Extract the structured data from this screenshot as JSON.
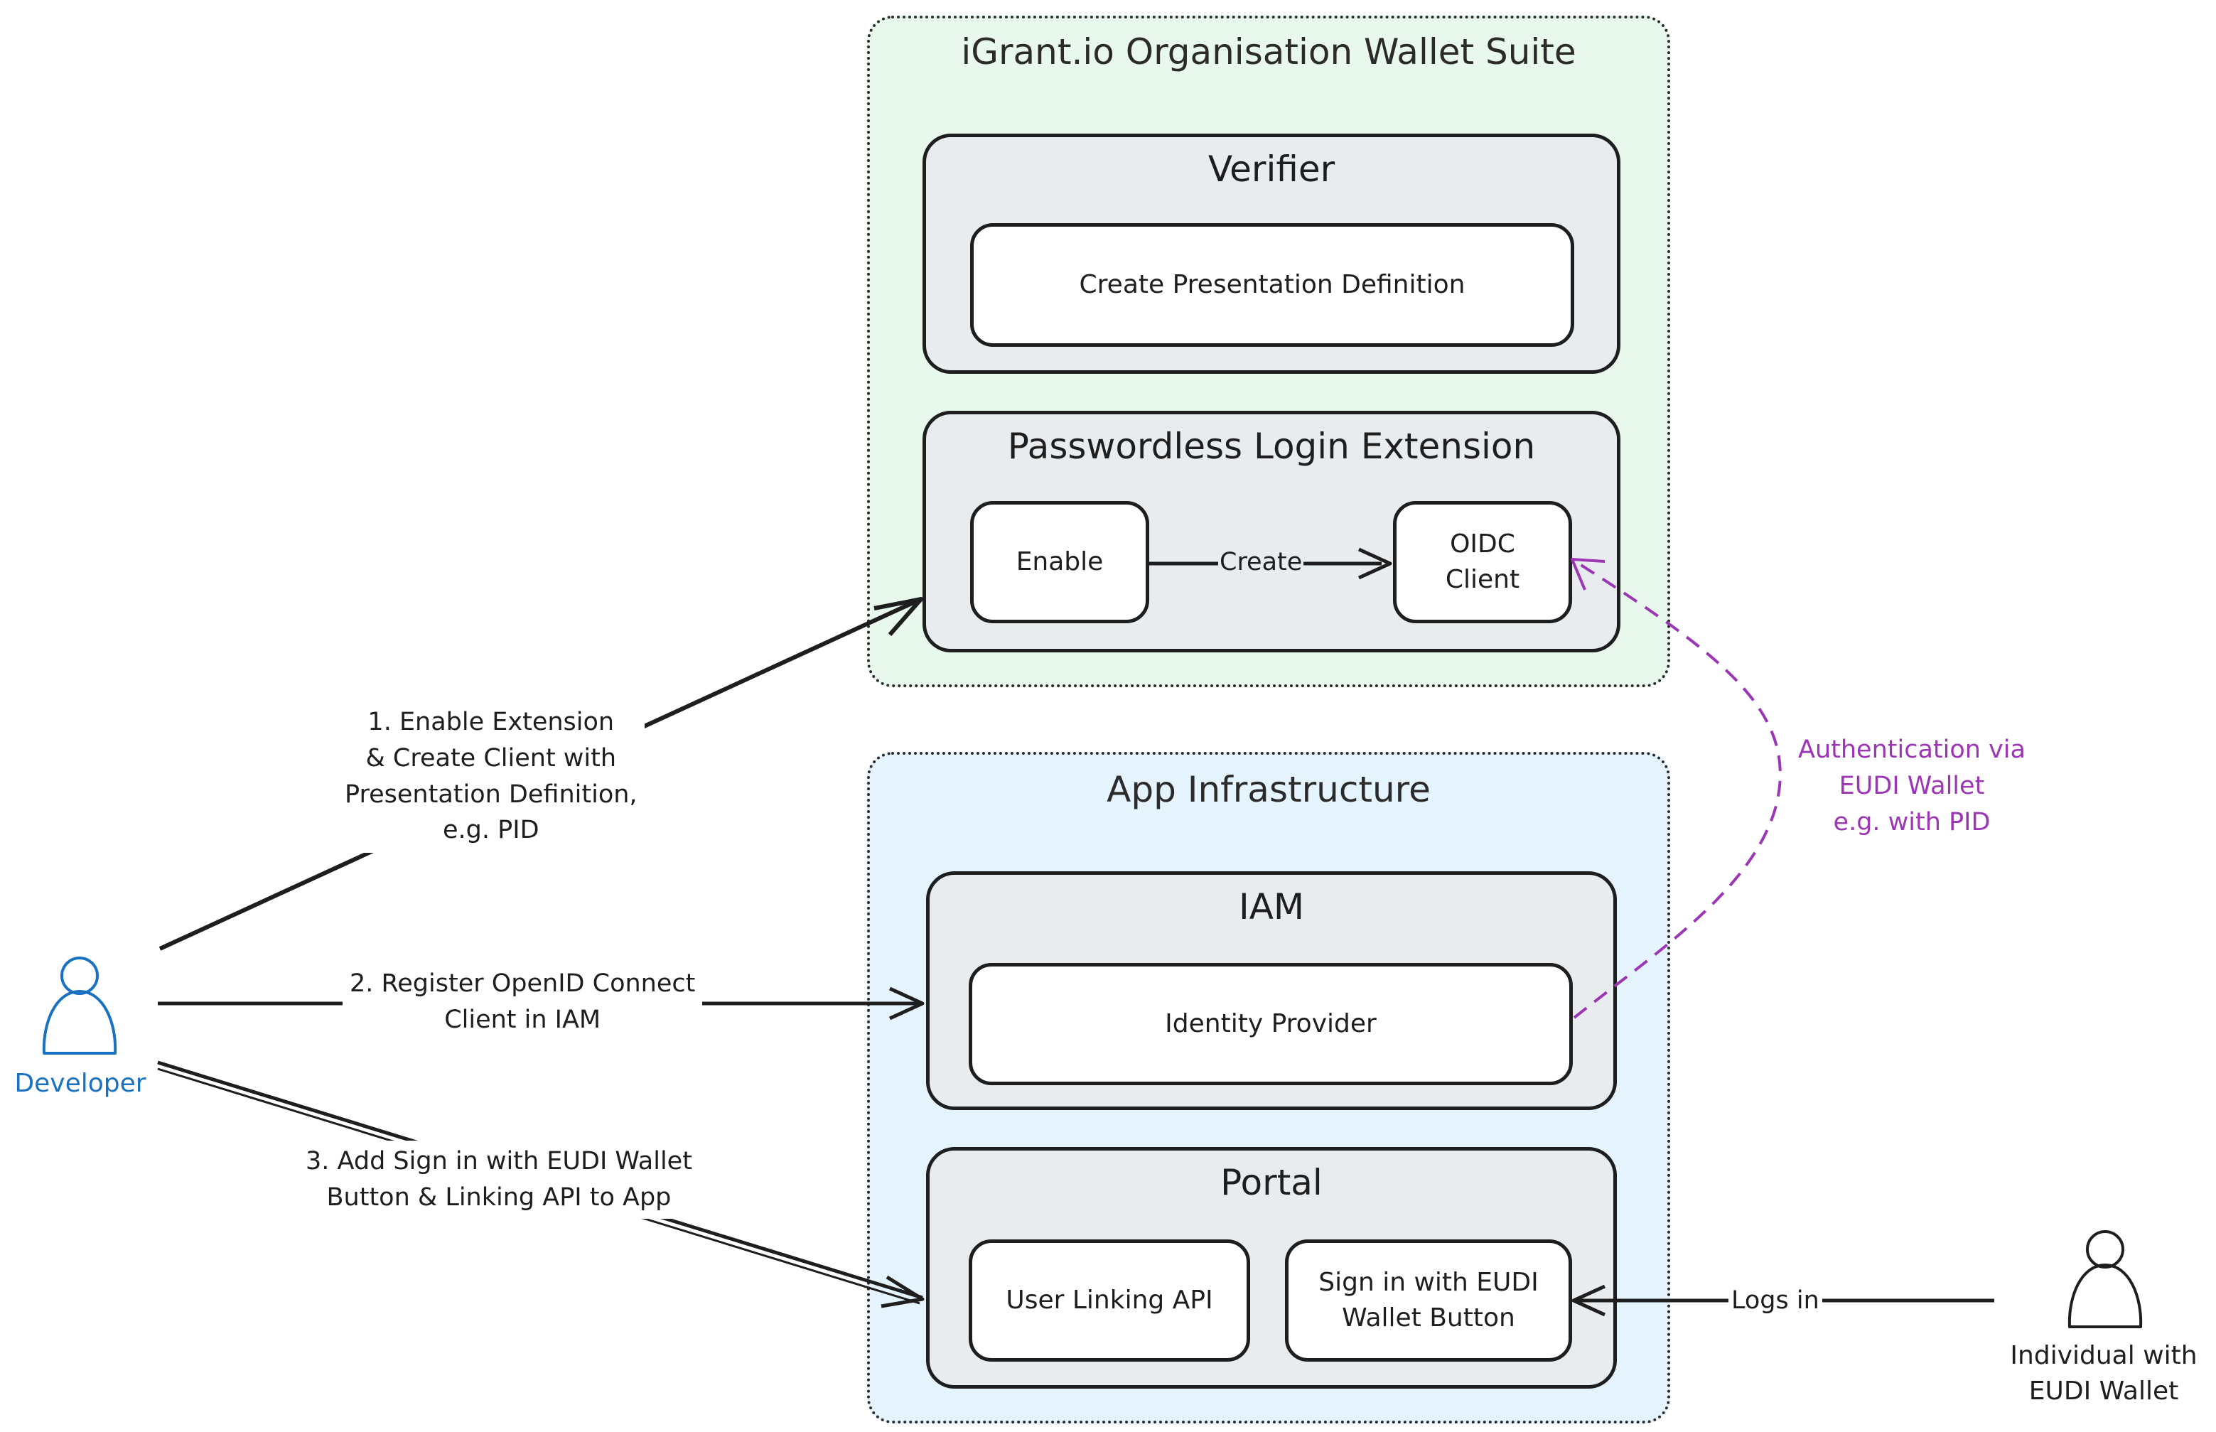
{
  "zones": {
    "wallet_suite": {
      "title": "iGrant.io Organisation Wallet Suite"
    },
    "app_infra": {
      "title": "App Infrastructure"
    }
  },
  "groups": {
    "verifier": {
      "title": "Verifier",
      "card": "Create Presentation Definition"
    },
    "passwordless": {
      "title": "Passwordless Login Extension",
      "enable": "Enable",
      "oidc_line1": "OIDC",
      "oidc_line2": "Client",
      "edge_label": "Create"
    },
    "iam": {
      "title": "IAM",
      "card": "Identity Provider"
    },
    "portal": {
      "title": "Portal",
      "user_linking": "User Linking API",
      "sign_in_line1": "Sign in with EUDI",
      "sign_in_line2": "Wallet Button"
    }
  },
  "actors": {
    "developer": {
      "label": "Developer",
      "color": "#1971c2"
    },
    "individual": {
      "label_line1": "Individual with",
      "label_line2": "EUDI Wallet"
    }
  },
  "edges": {
    "step1": [
      "1. Enable Extension",
      "& Create Client with",
      "Presentation Definition,",
      "e.g. PID"
    ],
    "step2": [
      "2. Register OpenID Connect",
      "Client in IAM"
    ],
    "step3": [
      "3. Add Sign in with EUDI Wallet",
      "Button & Linking API to App"
    ],
    "auth": [
      "Authentication via",
      "EUDI Wallet",
      "e.g. with PID"
    ],
    "logs_in": "Logs in"
  },
  "colors": {
    "wallet_zone_bg": "#e9f8ec",
    "app_zone_bg": "#e5f3fd",
    "group_bg": "#e8ecef",
    "auth_edge": "#9c36b5",
    "developer": "#1971c2"
  }
}
